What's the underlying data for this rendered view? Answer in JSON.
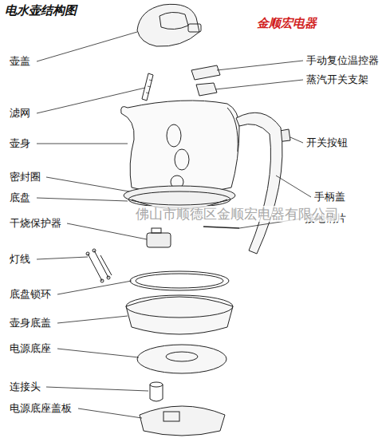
{
  "diagram": {
    "title": "电水壶结构图",
    "labels": [
      "金顺宏电器",
      "壶盖",
      "滤网",
      "壶身",
      "密封圈",
      "底盘",
      "干烧保护器",
      "灯线",
      "底盘锁环",
      "壶身底盖",
      "电源底座",
      "连接头",
      "电源底座盖板",
      "手动复位温控器",
      "蒸汽开关支架",
      "开关按钮",
      "手柄盖",
      "接地铜片",
      "佛山市顺德区金顺宏电器有限公司"
    ]
  }
}
